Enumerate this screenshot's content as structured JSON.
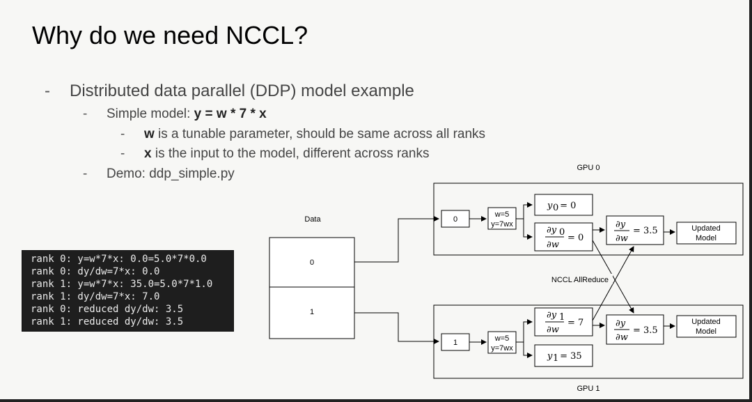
{
  "slide": {
    "title": "Why do we need NCCL?",
    "bullets": {
      "level1_dash": "-",
      "level1": "Distributed data parallel (DDP) model example",
      "level2_dash": "-",
      "simple_model_prefix": "Simple model: ",
      "simple_model_formula": "y = w * 7 * x",
      "level3a_dash": "-",
      "w_var": "w",
      "w_text": " is a tunable parameter, should be same across all ranks",
      "level3b_dash": "-",
      "x_var": "x",
      "x_text": " is the input to the model, different across ranks",
      "demo_dash": "-",
      "demo": "Demo: ddp_simple.py"
    }
  },
  "terminal": {
    "lines": [
      "rank 0: y=w*7*x: 0.0=5.0*7*0.0",
      "rank 0: dy/dw=7*x: 0.0",
      "rank 1: y=w*7*x: 35.0=5.0*7*1.0",
      "rank 1: dy/dw=7*x: 7.0",
      "rank 0: reduced dy/dw: 3.5",
      "rank 1: reduced dy/dw: 3.5"
    ]
  },
  "diagram": {
    "data_label": "Data",
    "data_cell_0": "0",
    "data_cell_1": "1",
    "gpu0_label": "GPU 0",
    "gpu1_label": "GPU 1",
    "allreduce_label": "NCCL AllReduce",
    "gpu0": {
      "input": "0",
      "model_line1": "w=5",
      "model_line2": "y=7wx",
      "y_var": "y",
      "y_sub": "0",
      "y_eq": " = 0",
      "grad_num": "∂y",
      "grad_num_sub": "0",
      "grad_den": "∂w",
      "grad_eq": "= 0",
      "reduced_num": "∂y",
      "reduced_den": "∂w",
      "reduced_eq": "= 3.5",
      "updated_line1": "Updated",
      "updated_line2": "Model"
    },
    "gpu1": {
      "input": "1",
      "model_line1": "w=5",
      "model_line2": "y=7wx",
      "y_var": "y",
      "y_sub": "1",
      "y_eq": " = 35",
      "grad_num": "∂y",
      "grad_num_sub": "1",
      "grad_den": "∂w",
      "grad_eq": "= 7",
      "reduced_num": "∂y",
      "reduced_den": "∂w",
      "reduced_eq": "= 3.5",
      "updated_line1": "Updated",
      "updated_line2": "Model"
    }
  }
}
